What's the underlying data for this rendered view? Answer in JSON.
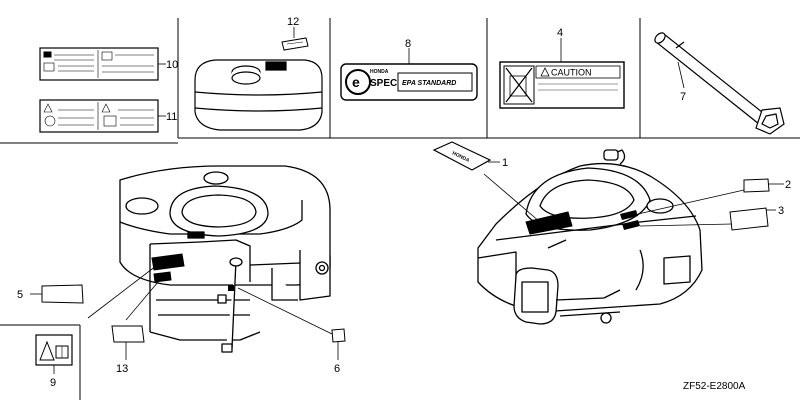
{
  "callouts": [
    {
      "id": "1",
      "text": "1"
    },
    {
      "id": "2",
      "text": "2"
    },
    {
      "id": "3",
      "text": "3"
    },
    {
      "id": "4",
      "text": "4"
    },
    {
      "id": "5",
      "text": "5"
    },
    {
      "id": "6",
      "text": "6"
    },
    {
      "id": "7",
      "text": "7"
    },
    {
      "id": "8",
      "text": "8"
    },
    {
      "id": "9",
      "text": "9"
    },
    {
      "id": "10",
      "text": "10"
    },
    {
      "id": "11",
      "text": "11"
    },
    {
      "id": "12",
      "text": "12"
    },
    {
      "id": "13",
      "text": "13"
    }
  ],
  "labels": {
    "espec_brand": "HONDA",
    "espec_mark": "SPEC",
    "espec_text": "EPA STANDARD",
    "caution_text": "CAUTION",
    "honda_tag": "HONDA"
  },
  "drawing_code": "ZF52-E2800A"
}
